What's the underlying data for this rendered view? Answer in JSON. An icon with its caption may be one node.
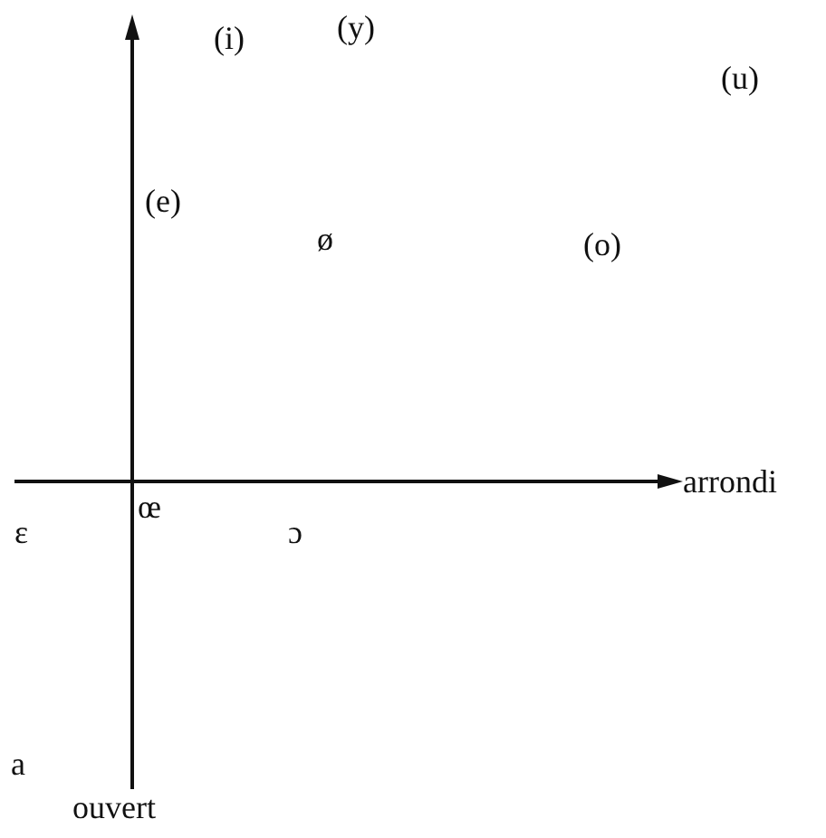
{
  "diagram": {
    "labels": [
      "(y)",
      "(i)",
      "(u)",
      "(e)",
      "ø",
      "(o)",
      "arrondi",
      "œ",
      "ɛ",
      "ɔ",
      "a",
      "ouvert"
    ]
  }
}
